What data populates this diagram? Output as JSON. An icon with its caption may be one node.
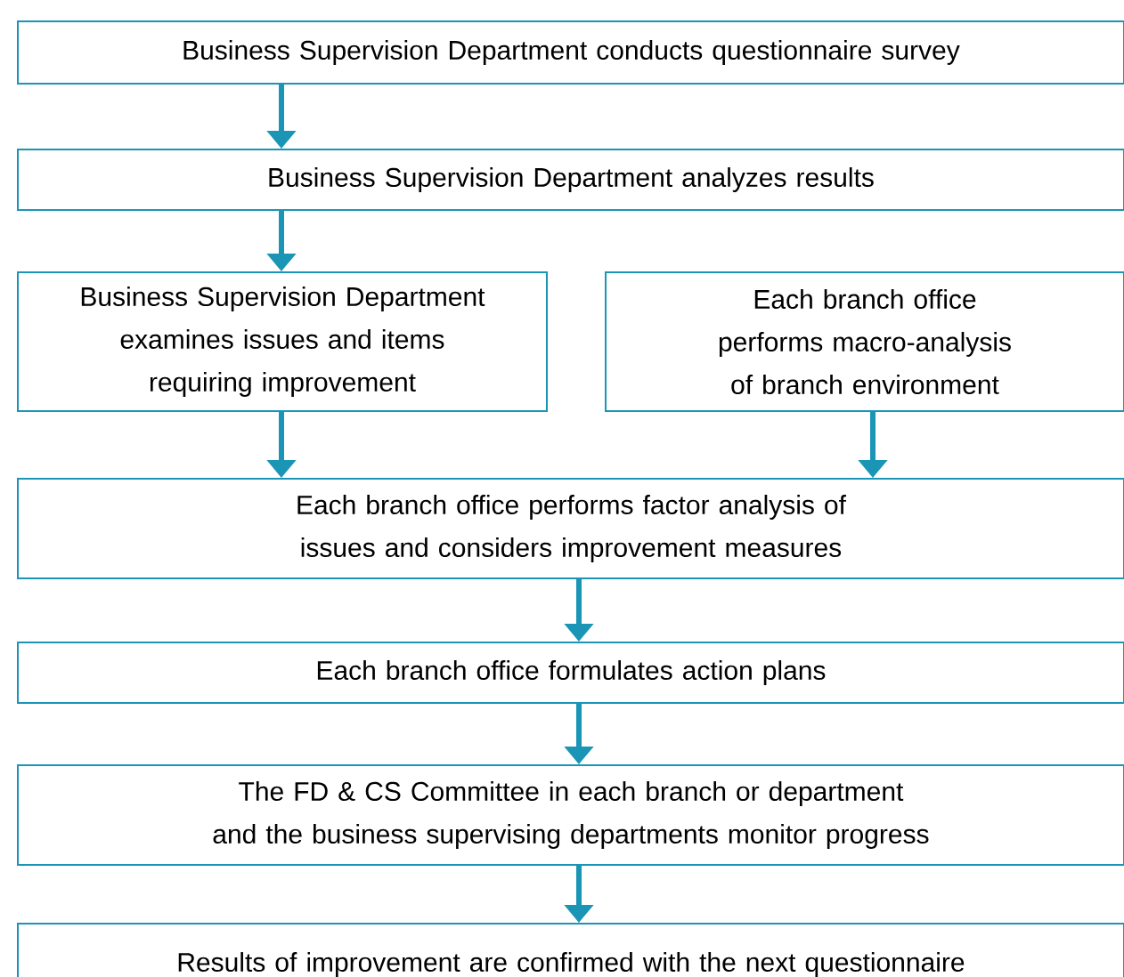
{
  "diagram": {
    "nodes": [
      {
        "text": [
          "Business Supervision Department conducts questionnaire survey"
        ]
      },
      {
        "text": [
          "Business Supervision Department analyzes results"
        ]
      },
      {
        "text": [
          "Business Supervision Department examines issues and items requiring improvement"
        ]
      },
      {
        "text": [
          "Each branch office performs macro-analysis of branch environment"
        ]
      },
      {
        "text": [
          "Each branch office performs factor analysis of issues and considers improvement measures"
        ]
      },
      {
        "text": [
          "Each branch office formulates action plans"
        ]
      },
      {
        "text": [
          "The FD & CS Committee in each branch or department and the business supervising departments monitor progress"
        ]
      },
      {
        "text": [
          "Results of improvement are confirmed with the next questionnaire"
        ]
      }
    ],
    "edges": [
      {
        "from": 0,
        "to": 1,
        "arrow": "to"
      },
      {
        "from": 1,
        "to": 2,
        "arrow": "to"
      },
      {
        "from": 2,
        "to": 4,
        "arrow": "to"
      },
      {
        "from": 3,
        "to": 4,
        "arrow": "to"
      },
      {
        "from": 4,
        "to": 5,
        "arrow": "to"
      },
      {
        "from": 5,
        "to": 6,
        "arrow": "to"
      },
      {
        "from": 6,
        "to": 7,
        "arrow": "to"
      }
    ]
  }
}
